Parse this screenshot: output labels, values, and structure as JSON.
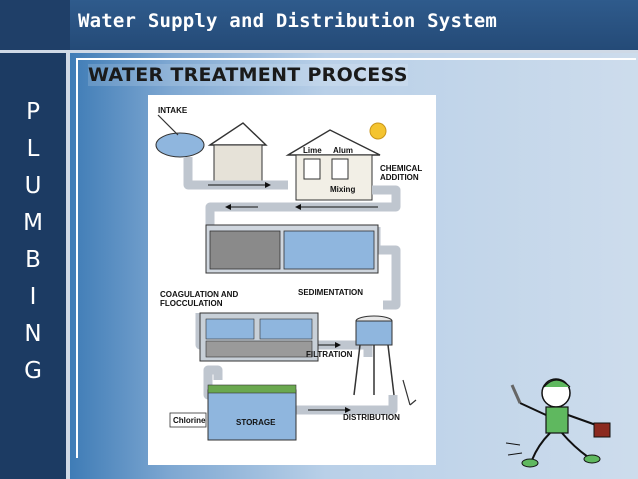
{
  "slide": {
    "title": "Water Supply and Distribution System",
    "sidebar_letters": [
      "P",
      "L",
      "U",
      "M",
      "B",
      "I",
      "N",
      "G"
    ],
    "section_heading": "WATER TREATMENT PROCESS"
  },
  "diagram": {
    "labels": {
      "intake": "INTAKE",
      "lime": "Lime",
      "alum": "Alum",
      "mixing": "Mixing",
      "chemical_addition_1": "CHEMICAL",
      "chemical_addition_2": "ADDITION",
      "coagulation_1": "COAGULATION AND",
      "coagulation_2": "FLOCCULATION",
      "sedimentation": "SEDIMENTATION",
      "filtration": "FILTRATION",
      "chlorine": "Chlorine",
      "storage": "STORAGE",
      "distribution": "DISTRIBUTION"
    }
  },
  "colors": {
    "title_bar": "#2f5b8c",
    "sidebar": "#1c3b63",
    "content_gradient_start": "#3f7cb6",
    "content_gradient_end": "#cddcec",
    "pipe": "#c9ced6",
    "water": "#7ea8d6"
  },
  "icons": [
    "plumber-clipart",
    "sun-icon",
    "water-tower-icon"
  ]
}
